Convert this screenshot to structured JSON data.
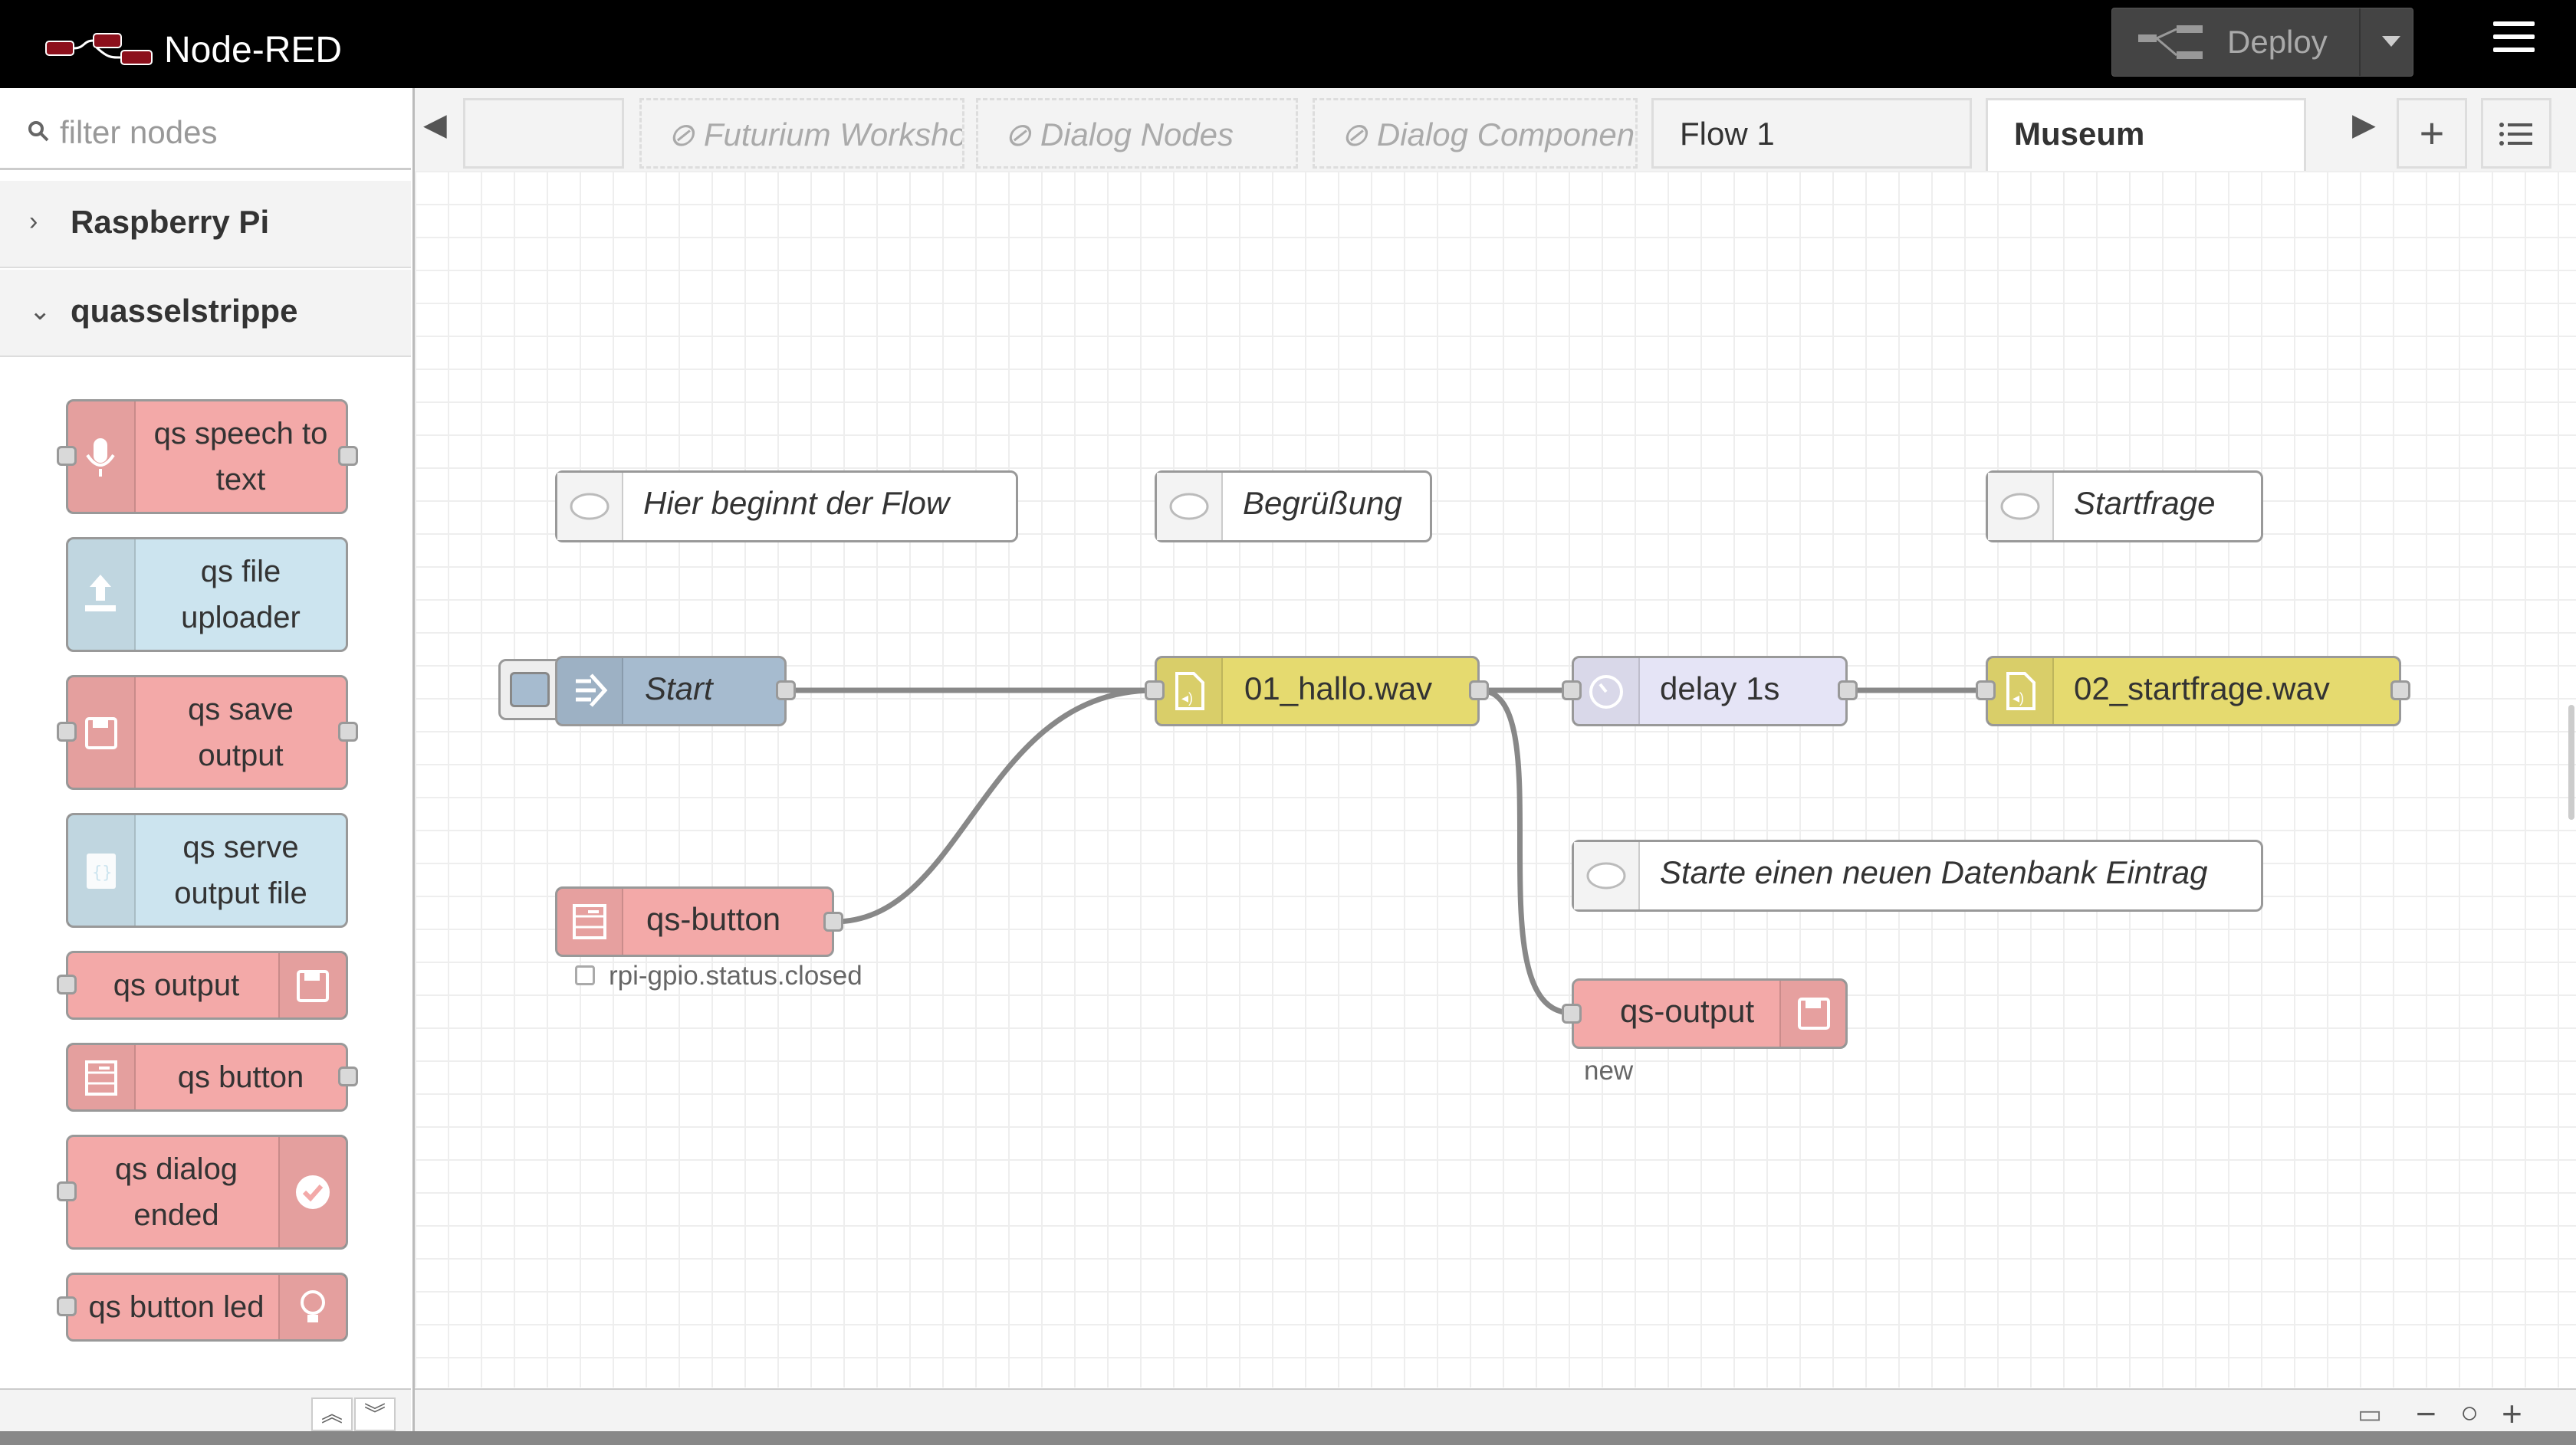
{
  "app": {
    "title": "Node-RED"
  },
  "header": {
    "deploy_label": "Deploy"
  },
  "palette": {
    "filter_placeholder": "filter nodes",
    "categories": [
      {
        "label": "Raspberry Pi",
        "expanded": false
      },
      {
        "label": "quasselstrippe",
        "expanded": true
      }
    ],
    "nodes": [
      {
        "label": "qs speech to text",
        "line1": "qs speech to",
        "line2": "text",
        "color": "#f3a9a8",
        "icon": "microphone-icon"
      },
      {
        "label": "qs file uploader",
        "line1": "qs file",
        "line2": "uploader",
        "color": "#cce4ef",
        "icon": "upload-icon"
      },
      {
        "label": "qs save output",
        "line1": "qs save",
        "line2": "output",
        "color": "#f3a9a8",
        "icon": "floppy-icon"
      },
      {
        "label": "qs serve output file",
        "line1": "qs serve",
        "line2": "output file",
        "color": "#cce4ef",
        "icon": "file-code-icon"
      },
      {
        "label": "qs output",
        "color": "#f3a9a8",
        "icon": "floppy-icon"
      },
      {
        "label": "qs button",
        "color": "#f3a9a8",
        "icon": "button-panel-icon"
      },
      {
        "label": "qs dialog ended",
        "line1": "qs dialog",
        "line2": "ended",
        "color": "#f3a9a8",
        "icon": "check-circle-icon"
      },
      {
        "label": "qs button led",
        "color": "#f3a9a8",
        "icon": "lightbulb-icon"
      }
    ]
  },
  "tabs": [
    {
      "label": "",
      "disabled": false
    },
    {
      "label": "Futurium Workshop",
      "disabled": true
    },
    {
      "label": "Dialog Nodes",
      "disabled": true
    },
    {
      "label": "Dialog Components",
      "disabled": true
    },
    {
      "label": "Flow 1",
      "disabled": false
    },
    {
      "label": "Museum",
      "disabled": false,
      "active": true
    }
  ],
  "flow": {
    "comments": {
      "start": "Hier beginnt der Flow",
      "greeting": "Begrüßung",
      "question": "Startfrage",
      "db": "Starte einen neuen Datenbank Eintrag"
    },
    "nodes": {
      "inject": "Start",
      "hallo": "01_hallo.wav",
      "delay": "delay 1s",
      "startfrage": "02_startfrage.wav",
      "button": "qs-button",
      "output": "qs-output"
    },
    "status": {
      "button": "rpi-gpio.status.closed",
      "output": "new"
    }
  },
  "colors": {
    "header_bg": "#000000",
    "qs_red": "#f3a9a8",
    "qs_blue": "#cce4ef",
    "audio_yellow": "#e5da6f",
    "inject_grey": "#a6bbcf",
    "delay_lavender": "#e5e4f6",
    "logo_red": "#8c101c"
  }
}
